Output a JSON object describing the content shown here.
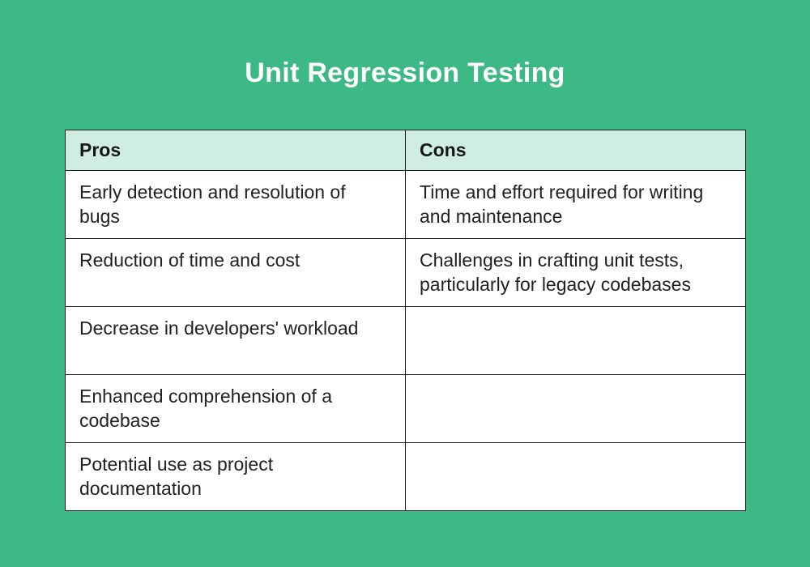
{
  "title": "Unit Regression Testing",
  "table": {
    "columns": [
      "Pros",
      "Cons"
    ],
    "rows": [
      {
        "pros": "Early detection and resolution of bugs",
        "cons": "Time and effort required for writing and maintenance"
      },
      {
        "pros": "Reduction of time and cost",
        "cons": "Challenges in crafting unit tests, particularly for legacy codebases"
      },
      {
        "pros": "Decrease in developers' workload",
        "cons": ""
      },
      {
        "pros": "Enhanced comprehension of a codebase",
        "cons": ""
      },
      {
        "pros": "Potential use as project documentation",
        "cons": ""
      }
    ]
  },
  "colors": {
    "background": "#3CB984",
    "header_background": "#CFEDE1",
    "table_border": "#1D1D1D",
    "body_background": "#FFFFFF",
    "title_text": "#FFFFFF",
    "cell_text": "#212121",
    "header_text": "#161616"
  }
}
